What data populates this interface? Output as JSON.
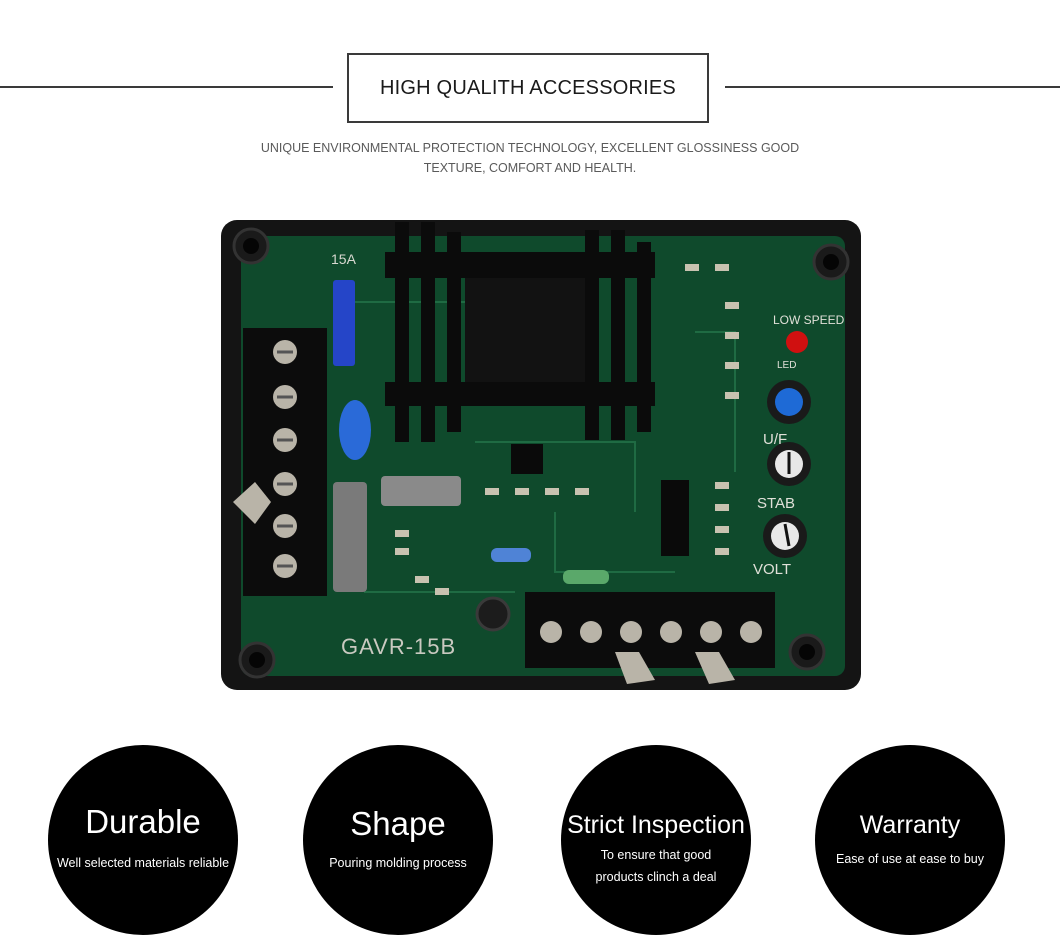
{
  "header": {
    "title": "HIGH QUALITH ACCESSORIES",
    "subtitle_line1": "UNIQUE ENVIRONMENTAL PROTECTION TECHNOLOGY, EXCELLENT GLOSSINESS GOOD",
    "subtitle_line2": "TEXTURE, COMFORT AND HEALTH."
  },
  "product": {
    "model_label": "GAVR-15B",
    "fuse_label": "15A",
    "indicator_label": "LOW SPEED",
    "led_label": "LED",
    "knob_labels": [
      "U/F",
      "STAB",
      "VOLT"
    ],
    "colors": {
      "board": "#0f4a2c",
      "casing": "#141414",
      "heatsink": "#0b0b0b",
      "led": "#d01010",
      "knob": "#1e6ad6"
    }
  },
  "features": [
    {
      "title": "Durable",
      "desc_lines": [
        "Well selected materials reliable"
      ]
    },
    {
      "title": "Shape",
      "desc_lines": [
        "Pouring molding process"
      ]
    },
    {
      "title": "Strict Inspection",
      "desc_lines": [
        "To ensure that good",
        "products clinch a deal"
      ]
    },
    {
      "title": "Warranty",
      "desc_lines": [
        "Ease of use at ease to buy"
      ]
    }
  ]
}
